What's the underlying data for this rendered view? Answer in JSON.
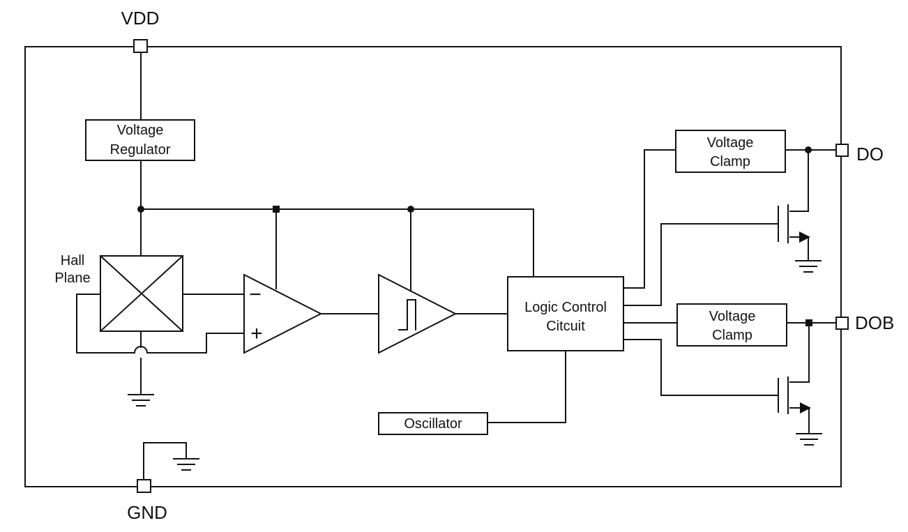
{
  "pins": {
    "vdd": "VDD",
    "gnd": "GND",
    "do": "DO",
    "dob": "DOB"
  },
  "blocks": {
    "voltage_regulator": [
      "Voltage",
      "Regulator"
    ],
    "hall_plane": [
      "Hall",
      "Plane"
    ],
    "logic_control": [
      "Logic Control",
      "Citcuit"
    ],
    "voltage_clamp_do": [
      "Voltage",
      "Clamp"
    ],
    "voltage_clamp_dob": [
      "Voltage",
      "Clamp"
    ],
    "oscillator": "Oscillator"
  },
  "comparator": {
    "minus": "−",
    "plus": "+"
  },
  "colors": {
    "line": "#111111",
    "background": "#ffffff"
  }
}
